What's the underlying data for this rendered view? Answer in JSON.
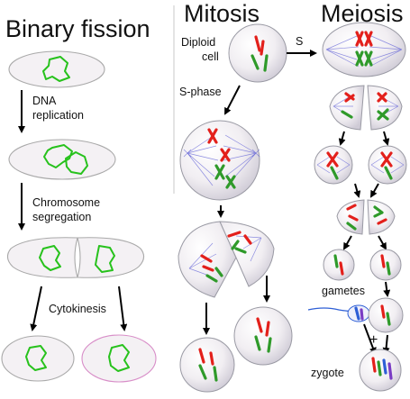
{
  "titles": {
    "binary_fission": "Binary fission",
    "mitosis": "Mitosis",
    "meiosis": "Meiosis"
  },
  "labels": {
    "dna_replication_line1": "DNA",
    "dna_replication_line2": "replication",
    "chromosome_line1": "Chromosome",
    "chromosome_line2": "segregation",
    "cytokinesis": "Cytokinesis",
    "diploid_line1": "Diploid",
    "diploid_line2": "cell",
    "s_phase": "S-phase",
    "s": "S",
    "gametes": "gametes",
    "plus": "+",
    "zygote": "zygote"
  },
  "colors": {
    "dna": "#27c21c",
    "chromosome_red": "#e3201b",
    "chromosome_green": "#2f9a2a",
    "spindle": "#6a6ad8",
    "gamete_blue": "#2e5fd6",
    "gamete_purple": "#7a3cc4"
  }
}
